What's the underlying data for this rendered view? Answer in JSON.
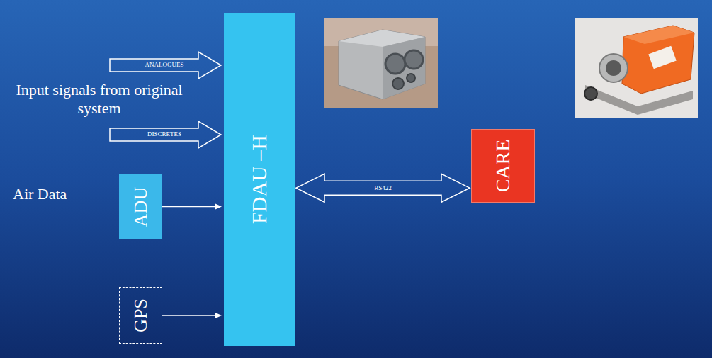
{
  "diagram": {
    "nodes": [
      {
        "text": [
          "FDAU –H"
        ]
      },
      {
        "text": [
          "ADU"
        ]
      },
      {
        "text": [
          "GPS"
        ]
      },
      {
        "text": [
          "CARE"
        ]
      }
    ],
    "edges": [
      {
        "from": 1,
        "to": 0,
        "arrow": "to"
      },
      {
        "from": 2,
        "to": 0,
        "arrow": "to"
      },
      {
        "from": 0,
        "to": 3,
        "label": "RS422",
        "arrow": "both"
      }
    ],
    "labels": [
      "ANALOGUES",
      "Input signals from original system",
      "DISCRETES",
      "Air Data"
    ]
  }
}
